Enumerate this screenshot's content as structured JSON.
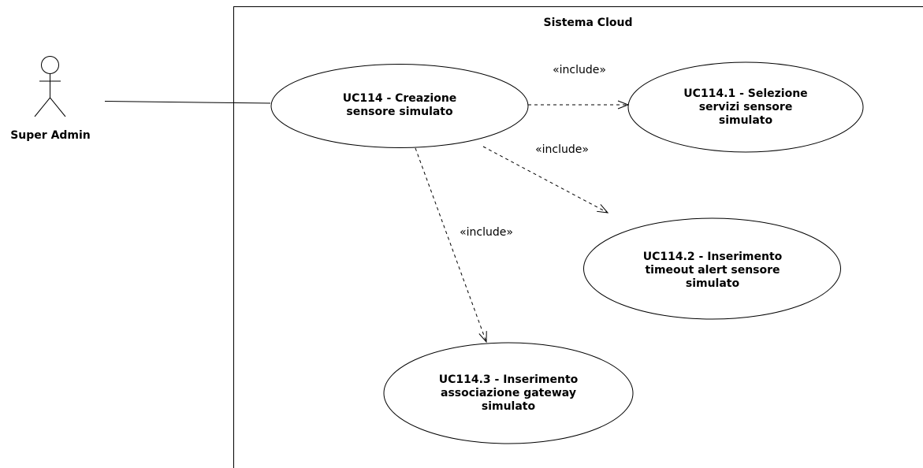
{
  "system": {
    "title": "Sistema Cloud"
  },
  "actor": {
    "name": "Super Admin"
  },
  "use_cases": {
    "uc114": "UC114 - Creazione sensore simulato",
    "uc114_1": "UC114.1 - Selezione servizi sensore simulato",
    "uc114_2": "UC114.2 - Inserimento timeout alert sensore simulato",
    "uc114_3": "UC114.3 - Inserimento associazione gateway simulato"
  },
  "relations": {
    "include_1": "«include»",
    "include_2": "«include»",
    "include_3": "«include»"
  }
}
